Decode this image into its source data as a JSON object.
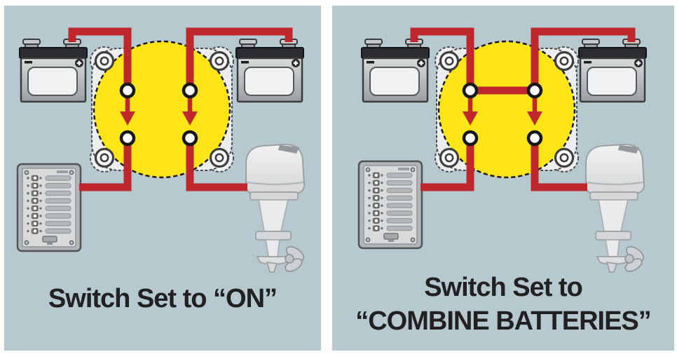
{
  "figure": {
    "type": "marine-battery-switch-wiring-diagram",
    "panels": [
      {
        "id": "switch-on",
        "switch_state": "ON",
        "caption_lines": [
          "Switch Set to “ON”"
        ],
        "combiner_bridge_shown": false,
        "components": [
          "battery-left",
          "battery-right",
          "battery-switch",
          "accessory-switch-panel",
          "outboard-motor"
        ],
        "connections": [
          "battery-left positive → switch top-left stud",
          "battery-right positive → switch top-right stud",
          "switch bottom-left stud → accessory switch panel",
          "switch bottom-right stud → outboard motor"
        ]
      },
      {
        "id": "switch-combine",
        "switch_state": "COMBINE BATTERIES",
        "caption_lines": [
          "Switch Set to",
          "“COMBINE BATTERIES”"
        ],
        "combiner_bridge_shown": true,
        "components": [
          "battery-left",
          "battery-right",
          "battery-switch",
          "accessory-switch-panel",
          "outboard-motor"
        ],
        "connections": [
          "battery-left positive → switch top-left stud",
          "battery-right positive → switch top-right stud",
          "top studs bridged together (batteries combined)",
          "switch bottom-left stud → accessory switch panel",
          "switch bottom-right stud → outboard motor"
        ]
      }
    ],
    "icons": {
      "battery": "battery-icon",
      "switch": "battery-switch-icon",
      "switch_panel": "accessory-switch-panel-icon",
      "motor": "outboard-motor-icon",
      "terminal": "terminal-stud-icon",
      "arrow": "current-flow-arrow-icon",
      "screw": "mounting-screw-icon"
    },
    "colors": {
      "page_background": "#ffffff",
      "panel_background": "#b6c9ce",
      "wire_red": "#bf272c",
      "switch_yellow": "#ffe417",
      "switch_outline": "#1b1b1d",
      "terminal_ring": "#161618",
      "metal_light": "#ecedee",
      "battery_top_band": "#2b2c2f",
      "caption_text": "#232022"
    }
  }
}
